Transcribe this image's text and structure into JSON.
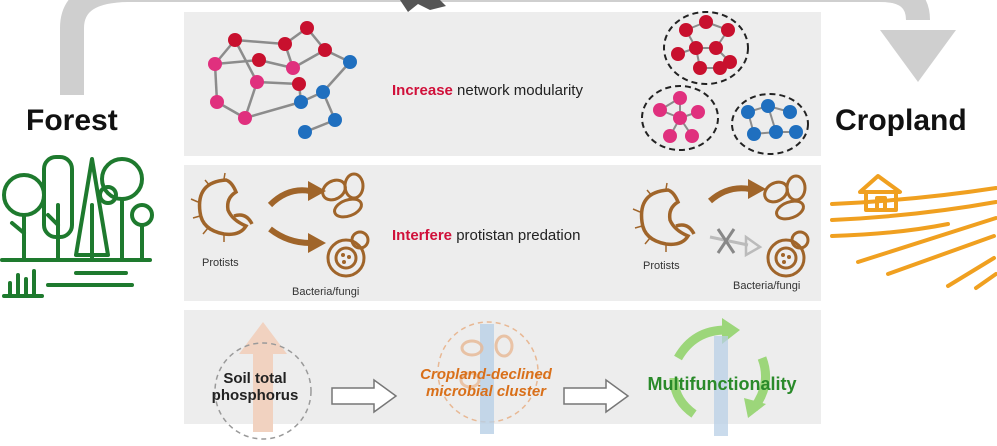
{
  "labels": {
    "left": "Forest",
    "right": "Cropland"
  },
  "rows": {
    "network": {
      "highlight": "Increase",
      "rest": " network modularity"
    },
    "predation": {
      "highlight": "Interfere",
      "rest": " protistan predation",
      "protists_left": "Protists",
      "prey_left": "Bacteria/fungi",
      "protists_right": "Protists",
      "prey_right": "Bacteria/fungi"
    },
    "chain": {
      "step1": "Soil total\nphosphorus",
      "step2": "Cropland-declined\nmicrobial cluster",
      "step3": "Multifunctionality"
    }
  },
  "colors": {
    "red_node": "#c8102e",
    "pink_node": "#e0307e",
    "blue_node": "#1f6fbf",
    "forest_green": "#1e7a2e",
    "cropland_orange": "#f0a020",
    "protist_brown": "#a0652a",
    "highlight_red": "#d0103a",
    "cluster_orange": "#d9701a",
    "multi_green": "#2a8a2a",
    "gray_arrow": "#c9c9c9"
  }
}
